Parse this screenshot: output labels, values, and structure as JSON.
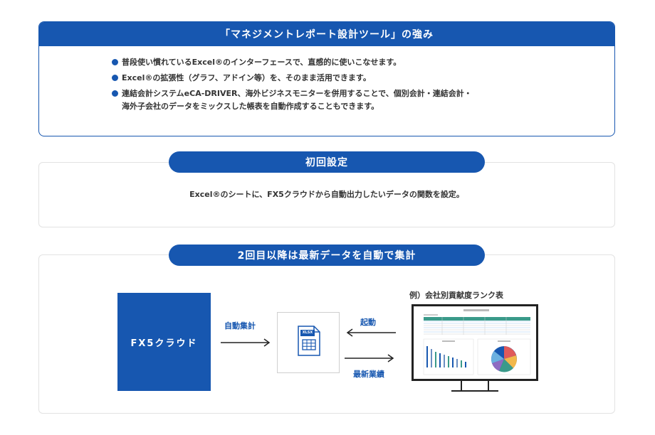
{
  "section1": {
    "title": "「マネジメントレポート設計ツール」の強み",
    "bullets": [
      {
        "lines": [
          "普段使い慣れているExcel®のインターフェースで、直感的に使いこなせます。"
        ]
      },
      {
        "lines": [
          "Excel®の拡張性（グラフ、アドイン等）を、そのまま活用できます。"
        ]
      },
      {
        "lines": [
          "連結会計システムeCA-DRIVER、海外ビジネスモニターを併用することで、個別会計・連結会計・",
          "海外子会社のデータをミックスした帳表を自動作成することもできます。"
        ]
      }
    ]
  },
  "section2": {
    "title": "初回設定",
    "text": "Excel®のシートに、FX5クラウドから自動出力したいデータの関数を設定。"
  },
  "section3": {
    "title": "2回目以降は最新データを自動で集計",
    "fx5_label": "FX5クラウド",
    "arrow1_label": "自動集計",
    "arrow2_label": "起動",
    "arrow3_label": "最新業績",
    "xlsx_label": "XLSX",
    "report_caption": "例）会社別貢献度ランク表"
  },
  "colors": {
    "accent": "#1757b0"
  }
}
